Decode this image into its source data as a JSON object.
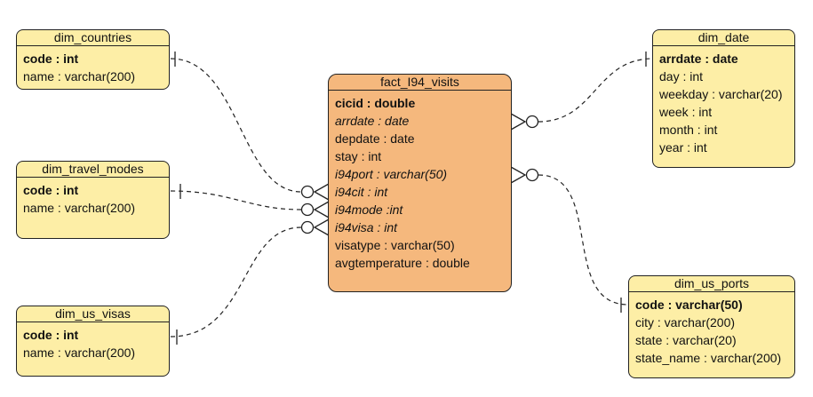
{
  "entities": {
    "dim_countries": {
      "title": "dim_countries",
      "fields": [
        {
          "text": "code : int",
          "style": "pk"
        },
        {
          "text": "name : varchar(200)",
          "style": "normal"
        }
      ]
    },
    "dim_travel_modes": {
      "title": "dim_travel_modes",
      "fields": [
        {
          "text": "code : int",
          "style": "pk"
        },
        {
          "text": "name : varchar(200)",
          "style": "normal"
        }
      ]
    },
    "dim_us_visas": {
      "title": "dim_us_visas",
      "fields": [
        {
          "text": "code : int",
          "style": "pk"
        },
        {
          "text": "name : varchar(200)",
          "style": "normal"
        }
      ]
    },
    "fact_i94_visits": {
      "title": "fact_I94_visits",
      "fields": [
        {
          "text": "cicid : double",
          "style": "pk"
        },
        {
          "text": "arrdate : date",
          "style": "fk"
        },
        {
          "text": "depdate : date",
          "style": "normal"
        },
        {
          "text": "stay : int",
          "style": "normal"
        },
        {
          "text": "i94port : varchar(50)",
          "style": "fk"
        },
        {
          "text": "i94cit : int",
          "style": "fk"
        },
        {
          "text": "i94mode :int",
          "style": "fk"
        },
        {
          "text": "i94visa : int",
          "style": "fk"
        },
        {
          "text": "visatype : varchar(50)",
          "style": "normal"
        },
        {
          "text": "avgtemperature : double",
          "style": "normal"
        }
      ]
    },
    "dim_date": {
      "title": "dim_date",
      "fields": [
        {
          "text": "arrdate : date",
          "style": "pk"
        },
        {
          "text": "day : int",
          "style": "normal"
        },
        {
          "text": "weekday : varchar(20)",
          "style": "normal"
        },
        {
          "text": "week : int",
          "style": "normal"
        },
        {
          "text": "month : int",
          "style": "normal"
        },
        {
          "text": "year : int",
          "style": "normal"
        }
      ]
    },
    "dim_us_ports": {
      "title": "dim_us_ports",
      "fields": [
        {
          "text": "code : varchar(50)",
          "style": "pk"
        },
        {
          "text": "city : varchar(200)",
          "style": "normal"
        },
        {
          "text": "state : varchar(20)",
          "style": "normal"
        },
        {
          "text": "state_name : varchar(200)",
          "style": "normal"
        }
      ]
    }
  },
  "relationships": [
    {
      "from": "dim_countries",
      "to": "fact_i94_visits",
      "from_cardinality": "one",
      "to_cardinality": "zero-or-many"
    },
    {
      "from": "dim_travel_modes",
      "to": "fact_i94_visits",
      "from_cardinality": "one",
      "to_cardinality": "zero-or-many"
    },
    {
      "from": "dim_us_visas",
      "to": "fact_i94_visits",
      "from_cardinality": "one",
      "to_cardinality": "zero-or-many"
    },
    {
      "from": "dim_date",
      "to": "fact_i94_visits",
      "from_cardinality": "one",
      "to_cardinality": "zero-or-many"
    },
    {
      "from": "dim_us_ports",
      "to": "fact_i94_visits",
      "from_cardinality": "one",
      "to_cardinality": "zero-or-many"
    }
  ],
  "colors": {
    "dimension_fill": "#fdeea6",
    "fact_fill": "#f5b87d",
    "stroke": "#222222"
  }
}
